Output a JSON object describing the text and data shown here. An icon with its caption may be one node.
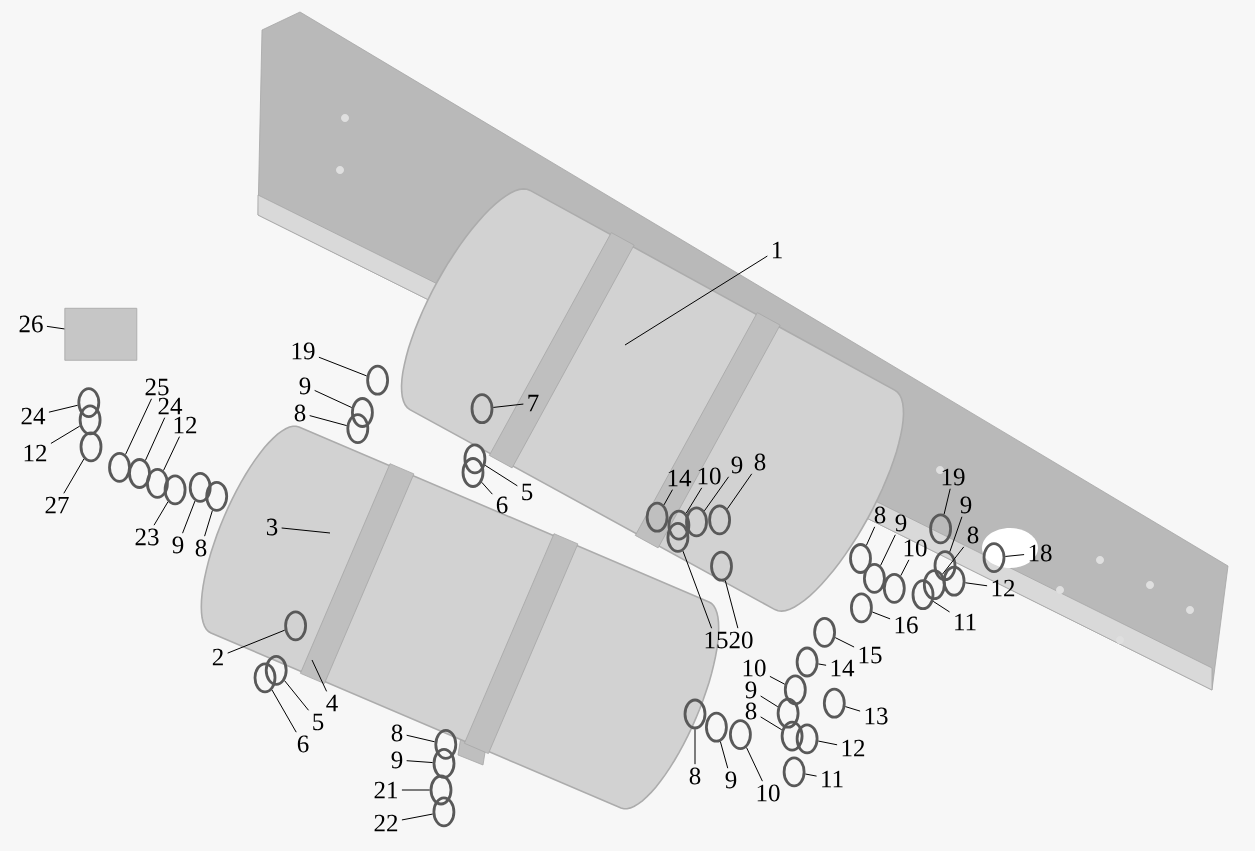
{
  "diagram": {
    "nodes": [
      {
        "text": [
          "1"
        ]
      },
      {
        "text": [
          "7"
        ]
      },
      {
        "text": [
          "19"
        ]
      },
      {
        "text": [
          "9"
        ]
      },
      {
        "text": [
          "8"
        ]
      },
      {
        "text": [
          "5"
        ]
      },
      {
        "text": [
          "6"
        ]
      },
      {
        "text": [
          "3"
        ]
      },
      {
        "text": [
          "2"
        ]
      },
      {
        "text": [
          "4"
        ]
      },
      {
        "text": [
          "5"
        ]
      },
      {
        "text": [
          "6"
        ]
      },
      {
        "text": [
          "26"
        ]
      },
      {
        "text": [
          "24"
        ]
      },
      {
        "text": [
          "12"
        ]
      },
      {
        "text": [
          "27"
        ]
      },
      {
        "text": [
          "25"
        ]
      },
      {
        "text": [
          "24"
        ]
      },
      {
        "text": [
          "12"
        ]
      },
      {
        "text": [
          "23"
        ]
      },
      {
        "text": [
          "9"
        ]
      },
      {
        "text": [
          "8"
        ]
      },
      {
        "text": [
          "14"
        ]
      },
      {
        "text": [
          "10"
        ]
      },
      {
        "text": [
          "9"
        ]
      },
      {
        "text": [
          "8"
        ]
      },
      {
        "text": [
          "15"
        ]
      },
      {
        "text": [
          "20"
        ]
      },
      {
        "text": [
          "8"
        ]
      },
      {
        "text": [
          "9"
        ]
      },
      {
        "text": [
          "10"
        ]
      },
      {
        "text": [
          "19"
        ]
      },
      {
        "text": [
          "9"
        ]
      },
      {
        "text": [
          "8"
        ]
      },
      {
        "text": [
          "18"
        ]
      },
      {
        "text": [
          "12"
        ]
      },
      {
        "text": [
          "11"
        ]
      },
      {
        "text": [
          "16"
        ]
      },
      {
        "text": [
          "15"
        ]
      },
      {
        "text": [
          "14"
        ]
      },
      {
        "text": [
          "10"
        ]
      },
      {
        "text": [
          "9"
        ]
      },
      {
        "text": [
          "8"
        ]
      },
      {
        "text": [
          "13"
        ]
      },
      {
        "text": [
          "12"
        ]
      },
      {
        "text": [
          "11"
        ]
      },
      {
        "text": [
          "8"
        ]
      },
      {
        "text": [
          "9"
        ]
      },
      {
        "text": [
          "10"
        ]
      },
      {
        "text": [
          "8"
        ]
      },
      {
        "text": [
          "9"
        ]
      },
      {
        "text": [
          "21"
        ]
      },
      {
        "text": [
          "22"
        ]
      },
      {
        "text": [],
        "shape": "ring"
      },
      {
        "text": [],
        "shape": "ring"
      },
      {
        "text": [],
        "shape": "ring"
      },
      {
        "text": [],
        "shape": "ring"
      },
      {
        "text": [],
        "shape": "ring"
      },
      {
        "text": [],
        "shape": "ring"
      },
      {
        "text": [],
        "shape": "ring"
      },
      {
        "text": [],
        "shape": "ring"
      },
      {
        "text": [],
        "shape": "ring"
      },
      {
        "text": [],
        "shape": "box"
      },
      {
        "text": [],
        "shape": "ring"
      },
      {
        "text": [],
        "shape": "ring"
      },
      {
        "text": [],
        "shape": "ring"
      },
      {
        "text": [],
        "shape": "ring"
      },
      {
        "text": [],
        "shape": "ring"
      },
      {
        "text": [],
        "shape": "ring"
      },
      {
        "text": [],
        "shape": "ring"
      },
      {
        "text": [],
        "shape": "ring"
      },
      {
        "text": [],
        "shape": "ring"
      },
      {
        "text": [],
        "shape": "ring"
      },
      {
        "text": [],
        "shape": "ring"
      },
      {
        "text": [],
        "shape": "ring"
      },
      {
        "text": [],
        "shape": "ring"
      },
      {
        "text": [],
        "shape": "ring"
      },
      {
        "text": [],
        "shape": "ring"
      },
      {
        "text": [],
        "shape": "ring"
      },
      {
        "text": [],
        "shape": "ring"
      },
      {
        "text": [],
        "shape": "ring"
      },
      {
        "text": [],
        "shape": "ring"
      },
      {
        "text": [],
        "shape": "ring"
      },
      {
        "text": [],
        "shape": "ring"
      },
      {
        "text": [],
        "shape": "ring"
      },
      {
        "text": [],
        "shape": "ring"
      },
      {
        "text": [],
        "shape": "ring"
      },
      {
        "text": [],
        "shape": "ring"
      },
      {
        "text": [],
        "shape": "ring"
      },
      {
        "text": [],
        "shape": "ring"
      },
      {
        "text": [],
        "shape": "ring"
      },
      {
        "text": [],
        "shape": "ring"
      },
      {
        "text": [],
        "shape": "ring"
      },
      {
        "text": [],
        "shape": "ring"
      },
      {
        "text": [],
        "shape": "ring"
      },
      {
        "text": [],
        "shape": "ring"
      },
      {
        "text": [],
        "shape": "ring"
      },
      {
        "text": [],
        "shape": "ring"
      },
      {
        "text": [],
        "shape": "ring"
      },
      {
        "text": [],
        "shape": "ring"
      },
      {
        "text": [],
        "shape": "ring"
      },
      {
        "text": [],
        "shape": "ring"
      },
      {
        "text": [],
        "shape": "ring"
      }
    ],
    "edges": [
      {
        "from": 0,
        "to": null,
        "arrow": "none"
      },
      {
        "from": 1,
        "to": 53,
        "arrow": "none"
      },
      {
        "from": 2,
        "to": 54,
        "arrow": "none"
      },
      {
        "from": 3,
        "to": 55,
        "arrow": "none"
      },
      {
        "from": 4,
        "to": 56,
        "arrow": "none"
      },
      {
        "from": 5,
        "to": 57,
        "arrow": "none"
      },
      {
        "from": 6,
        "to": 58,
        "arrow": "none"
      },
      {
        "from": 7,
        "to": null,
        "arrow": "none"
      },
      {
        "from": 8,
        "to": 59,
        "arrow": "none"
      },
      {
        "from": 9,
        "to": null,
        "arrow": "none"
      },
      {
        "from": 10,
        "to": 60,
        "arrow": "none"
      },
      {
        "from": 11,
        "to": 61,
        "arrow": "none"
      },
      {
        "from": 12,
        "to": 62,
        "arrow": "none"
      },
      {
        "from": 13,
        "to": 63,
        "arrow": "none"
      },
      {
        "from": 14,
        "to": 64,
        "arrow": "none"
      },
      {
        "from": 15,
        "to": 65,
        "arrow": "none"
      },
      {
        "from": 16,
        "to": 66,
        "arrow": "none"
      },
      {
        "from": 17,
        "to": 67,
        "arrow": "none"
      },
      {
        "from": 18,
        "to": 68,
        "arrow": "none"
      },
      {
        "from": 19,
        "to": 69,
        "arrow": "none"
      },
      {
        "from": 20,
        "to": 70,
        "arrow": "none"
      },
      {
        "from": 21,
        "to": 71,
        "arrow": "none"
      },
      {
        "from": 22,
        "to": 72,
        "arrow": "none"
      },
      {
        "from": 23,
        "to": 73,
        "arrow": "none"
      },
      {
        "from": 24,
        "to": 74,
        "arrow": "none"
      },
      {
        "from": 25,
        "to": 75,
        "arrow": "none"
      },
      {
        "from": 26,
        "to": 76,
        "arrow": "none"
      },
      {
        "from": 27,
        "to": 77,
        "arrow": "none"
      },
      {
        "from": 28,
        "to": 78,
        "arrow": "none"
      },
      {
        "from": 29,
        "to": 79,
        "arrow": "none"
      },
      {
        "from": 30,
        "to": 80,
        "arrow": "none"
      },
      {
        "from": 31,
        "to": 81,
        "arrow": "none"
      },
      {
        "from": 32,
        "to": 82,
        "arrow": "none"
      },
      {
        "from": 33,
        "to": 83,
        "arrow": "none"
      },
      {
        "from": 34,
        "to": 84,
        "arrow": "none"
      },
      {
        "from": 35,
        "to": 85,
        "arrow": "none"
      },
      {
        "from": 36,
        "to": 86,
        "arrow": "none"
      },
      {
        "from": 37,
        "to": 87,
        "arrow": "none"
      },
      {
        "from": 38,
        "to": 88,
        "arrow": "none"
      },
      {
        "from": 39,
        "to": 89,
        "arrow": "none"
      },
      {
        "from": 40,
        "to": 90,
        "arrow": "none"
      },
      {
        "from": 41,
        "to": 91,
        "arrow": "none"
      },
      {
        "from": 42,
        "to": 92,
        "arrow": "none"
      },
      {
        "from": 43,
        "to": 93,
        "arrow": "none"
      },
      {
        "from": 44,
        "to": 94,
        "arrow": "none"
      },
      {
        "from": 45,
        "to": 95,
        "arrow": "none"
      },
      {
        "from": 46,
        "to": 96,
        "arrow": "none"
      },
      {
        "from": 47,
        "to": 97,
        "arrow": "none"
      },
      {
        "from": 48,
        "to": 98,
        "arrow": "none"
      },
      {
        "from": 49,
        "to": 99,
        "arrow": "none"
      },
      {
        "from": 50,
        "to": 100,
        "arrow": "none"
      },
      {
        "from": 51,
        "to": 101,
        "arrow": "none"
      },
      {
        "from": 52,
        "to": 102,
        "arrow": "none"
      }
    ]
  }
}
